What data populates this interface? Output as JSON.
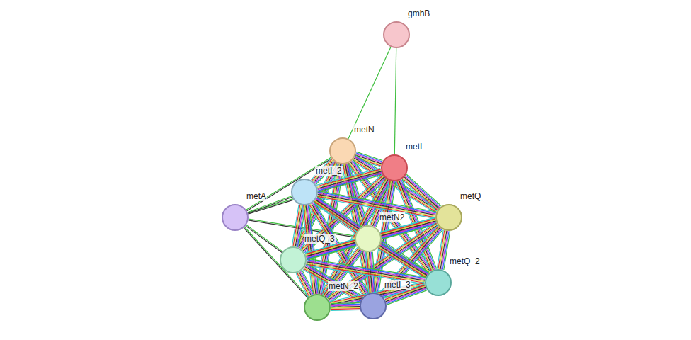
{
  "diagram": {
    "nodes": [
      {
        "text": [
          "gmhB"
        ]
      },
      {
        "text": [
          "metN"
        ]
      },
      {
        "text": [
          "metI"
        ]
      },
      {
        "text": [
          "metI_2"
        ]
      },
      {
        "text": [
          "metA"
        ]
      },
      {
        "text": [
          "metQ"
        ]
      },
      {
        "text": [
          "metN2"
        ]
      },
      {
        "text": [
          "metQ_3"
        ]
      },
      {
        "text": [
          "metQ_2"
        ]
      },
      {
        "text": [
          "metN_2"
        ]
      },
      {
        "text": [
          "metI_3"
        ]
      }
    ],
    "edges": [
      {
        "from": 0,
        "to": 1,
        "arrow": "none"
      },
      {
        "from": 0,
        "to": 2,
        "arrow": "none"
      },
      {
        "from": 4,
        "to": 1,
        "arrow": "none"
      },
      {
        "from": 4,
        "to": 2,
        "arrow": "none"
      },
      {
        "from": 4,
        "to": 3,
        "arrow": "none"
      },
      {
        "from": 4,
        "to": 6,
        "arrow": "none"
      },
      {
        "from": 4,
        "to": 7,
        "arrow": "none"
      },
      {
        "from": 4,
        "to": 9,
        "arrow": "none"
      },
      {
        "from": 1,
        "to": 2,
        "arrow": "none"
      },
      {
        "from": 1,
        "to": 3,
        "arrow": "none"
      },
      {
        "from": 1,
        "to": 5,
        "arrow": "none"
      },
      {
        "from": 1,
        "to": 6,
        "arrow": "none"
      },
      {
        "from": 1,
        "to": 7,
        "arrow": "none"
      },
      {
        "from": 1,
        "to": 8,
        "arrow": "none"
      },
      {
        "from": 1,
        "to": 9,
        "arrow": "none"
      },
      {
        "from": 1,
        "to": 10,
        "arrow": "none"
      },
      {
        "from": 2,
        "to": 3,
        "arrow": "none"
      },
      {
        "from": 2,
        "to": 5,
        "arrow": "none"
      },
      {
        "from": 2,
        "to": 6,
        "arrow": "none"
      },
      {
        "from": 2,
        "to": 7,
        "arrow": "none"
      },
      {
        "from": 2,
        "to": 8,
        "arrow": "none"
      },
      {
        "from": 2,
        "to": 9,
        "arrow": "none"
      },
      {
        "from": 2,
        "to": 10,
        "arrow": "none"
      },
      {
        "from": 3,
        "to": 5,
        "arrow": "none"
      },
      {
        "from": 3,
        "to": 6,
        "arrow": "none"
      },
      {
        "from": 3,
        "to": 7,
        "arrow": "none"
      },
      {
        "from": 3,
        "to": 8,
        "arrow": "none"
      },
      {
        "from": 3,
        "to": 9,
        "arrow": "none"
      },
      {
        "from": 3,
        "to": 10,
        "arrow": "none"
      },
      {
        "from": 5,
        "to": 6,
        "arrow": "none"
      },
      {
        "from": 5,
        "to": 7,
        "arrow": "none"
      },
      {
        "from": 5,
        "to": 8,
        "arrow": "none"
      },
      {
        "from": 5,
        "to": 9,
        "arrow": "none"
      },
      {
        "from": 5,
        "to": 10,
        "arrow": "none"
      },
      {
        "from": 6,
        "to": 7,
        "arrow": "none"
      },
      {
        "from": 6,
        "to": 8,
        "arrow": "none"
      },
      {
        "from": 6,
        "to": 9,
        "arrow": "none"
      },
      {
        "from": 6,
        "to": 10,
        "arrow": "none"
      },
      {
        "from": 7,
        "to": 8,
        "arrow": "none"
      },
      {
        "from": 7,
        "to": 9,
        "arrow": "none"
      },
      {
        "from": 7,
        "to": 10,
        "arrow": "none"
      },
      {
        "from": 8,
        "to": 9,
        "arrow": "none"
      },
      {
        "from": 8,
        "to": 10,
        "arrow": "none"
      },
      {
        "from": 9,
        "to": 10,
        "arrow": "none"
      }
    ]
  }
}
